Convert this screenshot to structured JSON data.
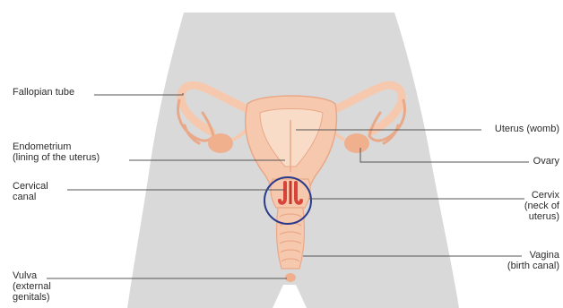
{
  "labels": {
    "fallopian_tube": "Fallopian tube",
    "endometrium_line1": "Endometrium",
    "endometrium_line2": "(lining of the uterus)",
    "cervical_canal_line1": "Cervical",
    "cervical_canal_line2": "canal",
    "vulva_line1": "Vulva",
    "vulva_line2": "(external",
    "vulva_line3": "genitals)",
    "uterus": "Uterus (womb)",
    "ovary": "Ovary",
    "cervix_line1": "Cervix",
    "cervix_line2": "(neck of",
    "cervix_line3": "uterus)",
    "vagina_line1": "Vagina",
    "vagina_line2": "(birth canal)"
  },
  "colors": {
    "body_silhouette": "#d9d9d9",
    "tissue": "#f6c9ae",
    "tissue_dark": "#e9a888",
    "canal": "#d8433a",
    "highlight_circle": "#2a3a8c",
    "leader_line": "#555555"
  }
}
